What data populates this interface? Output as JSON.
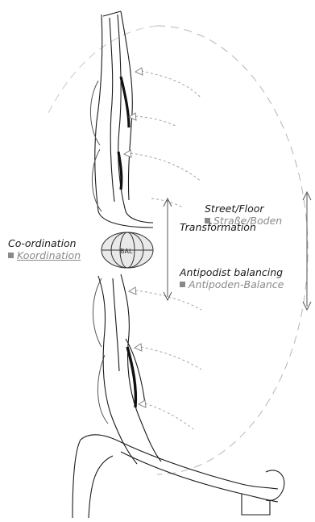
{
  "labels": {
    "street_floor_en": "Street/Floor",
    "street_floor_de": "Straße/Boden",
    "transformation_en": "Transformation",
    "antipodist_en": "Antipodist balancing",
    "antipodist_de": "Antipoden-Balance",
    "coordination_en": "Co-ordination",
    "coordination_de": "Koordination",
    "ball_text": "BAL"
  },
  "colors": {
    "ink": "#1a1a1a",
    "german_text": "#8a8a8a",
    "dashed_circle": "#b5b5b5",
    "flow_arrows": "#9a9a9a",
    "ball_fill": "#e9e9e9"
  }
}
